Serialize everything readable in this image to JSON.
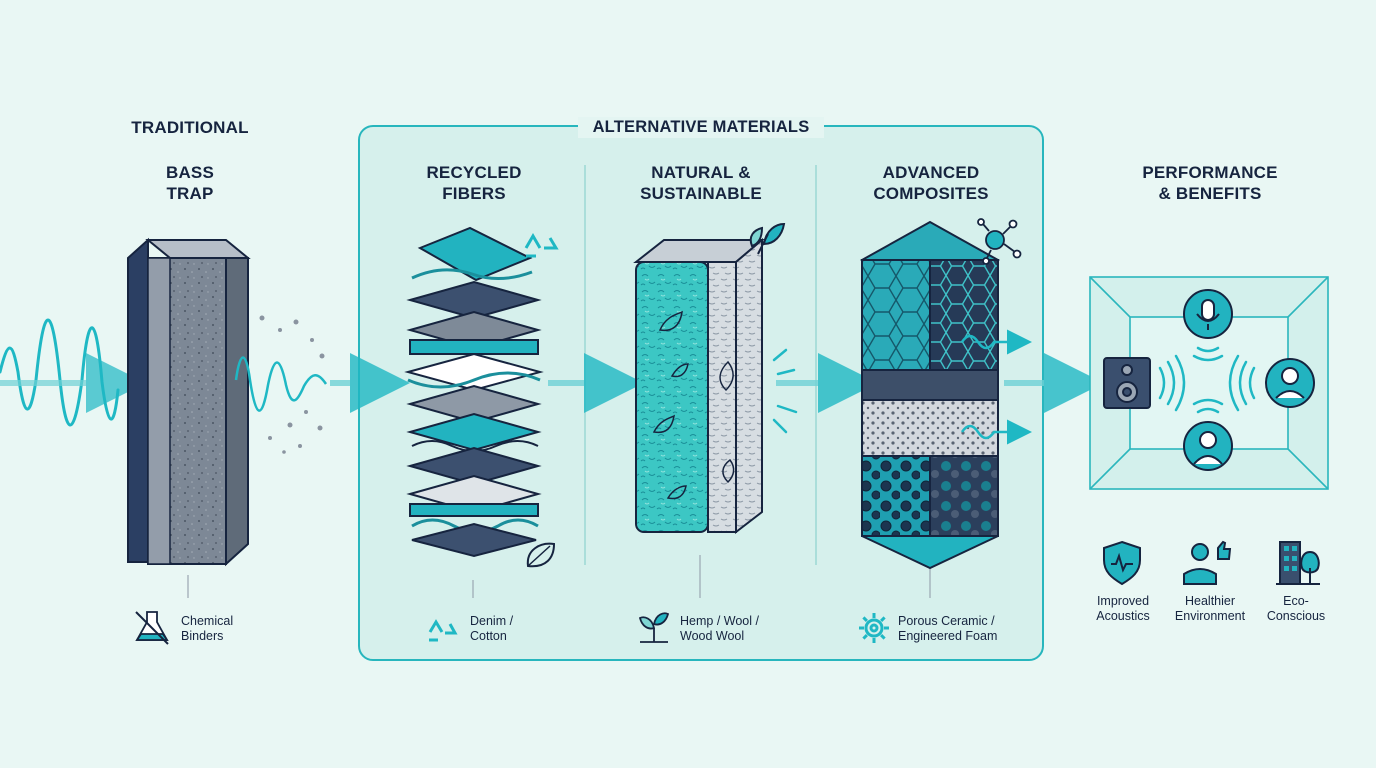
{
  "colors": {
    "background": "#e9f7f4",
    "panel": "#d6f0ec",
    "teal": "#1fb8c4",
    "teal_dark": "#0e7f88",
    "navy": "#253a5c",
    "gray": "#7a8593",
    "outline": "#16243f"
  },
  "sections": {
    "traditional": {
      "title": "TRADITIONAL",
      "subtitle": "BASS\nTRAP",
      "caption": "Chemical\nBinders",
      "icon": "flask-icon"
    },
    "alternatives": {
      "title": "ALTERNATIVE MATERIALS",
      "columns": [
        {
          "title": "RECYCLED\nFIBERS",
          "caption": "Denim /\nCotton",
          "icon": "recycle-icon"
        },
        {
          "title": "NATURAL &\nSUSTAINABLE",
          "caption": "Hemp / Wool /\nWood Wool",
          "icon": "sprout-icon"
        },
        {
          "title": "ADVANCED\nCOMPOSITES",
          "caption": "Porous Ceramic /\nEngineered Foam",
          "icon": "gear-icon"
        }
      ]
    },
    "performance": {
      "title": "PERFORMANCE\n& BENEFITS",
      "benefits": [
        {
          "label": "Improved\nAcoustics",
          "icon": "shield-wave-icon"
        },
        {
          "label": "Healthier\nEnvironment",
          "icon": "person-thumbs-up-icon"
        },
        {
          "label": "Eco-\nConscious",
          "icon": "building-tree-icon"
        }
      ]
    }
  }
}
